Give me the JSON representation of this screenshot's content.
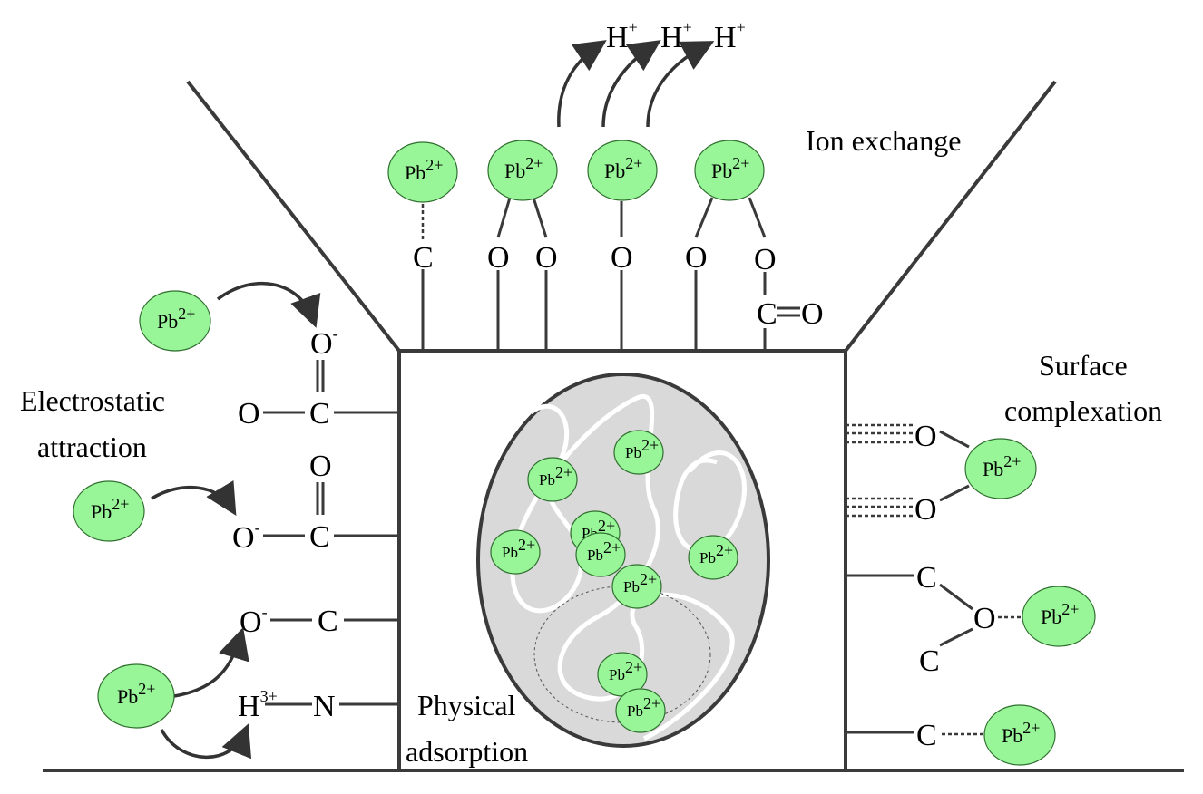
{
  "labels": {
    "ion_exchange": "Ion exchange",
    "electrostatic_1": "Electrostatic",
    "electrostatic_2": "attraction",
    "surface_1": "Surface",
    "surface_2": "complexation",
    "physical_1": "Physical",
    "physical_2": "adsorption"
  },
  "ion": {
    "symbol": "Pb",
    "charge": "2+"
  },
  "proton": {
    "symbol": "H",
    "charge": "+"
  },
  "amine_h": {
    "symbol": "H",
    "charge": "3+"
  },
  "atoms": {
    "carbon": "C",
    "oxygen": "O",
    "nitrogen": "N",
    "anion_charge": "-"
  },
  "colors": {
    "ion_fill": "#98f598",
    "lines": "#3a3a3a",
    "pore": "#d9d9d9"
  }
}
